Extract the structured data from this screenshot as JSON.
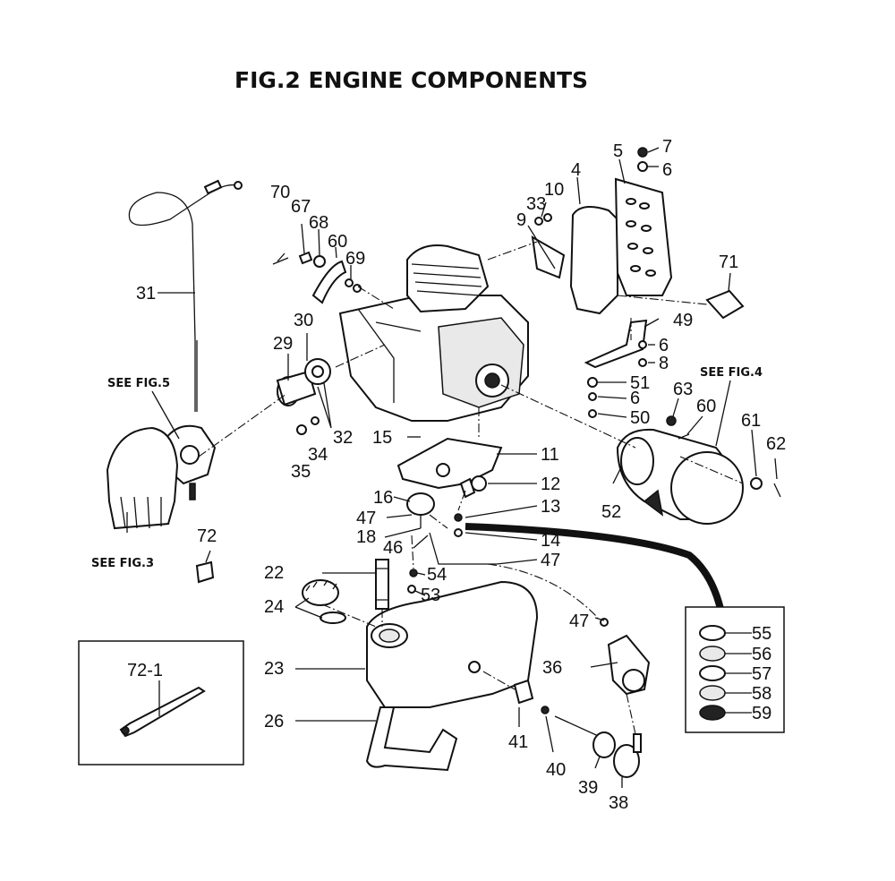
{
  "title": "FIG.2    ENGINE COMPONENTS",
  "references": {
    "fig5": "SEE FIG.5",
    "fig3": "SEE FIG.3",
    "fig4": "SEE FIG.4"
  },
  "callouts": {
    "c4": "4",
    "c5": "5",
    "c6a": "6",
    "c6b": "6",
    "c6c": "6",
    "c7": "7",
    "c8": "8",
    "c9": "9",
    "c10": "10",
    "c11": "11",
    "c12": "12",
    "c13": "13",
    "c14": "14",
    "c15": "15",
    "c16": "16",
    "c18": "18",
    "c22": "22",
    "c23": "23",
    "c24": "24",
    "c26": "26",
    "c29": "29",
    "c30": "30",
    "c31": "31",
    "c32": "32",
    "c33": "33",
    "c34": "34",
    "c35": "35",
    "c36": "36",
    "c38": "38",
    "c39": "39",
    "c40": "40",
    "c41": "41",
    "c46": "46",
    "c47a": "47",
    "c47b": "47",
    "c47c": "47",
    "c49": "49",
    "c50": "50",
    "c51": "51",
    "c52": "52",
    "c53": "53",
    "c54": "54",
    "c55": "55",
    "c56": "56",
    "c57": "57",
    "c58": "58",
    "c59": "59",
    "c60a": "60",
    "c60b": "60",
    "c61": "61",
    "c62": "62",
    "c63": "63",
    "c67": "67",
    "c68": "68",
    "c69": "69",
    "c70": "70",
    "c71": "71",
    "c72": "72",
    "c72_1": "72-1"
  }
}
